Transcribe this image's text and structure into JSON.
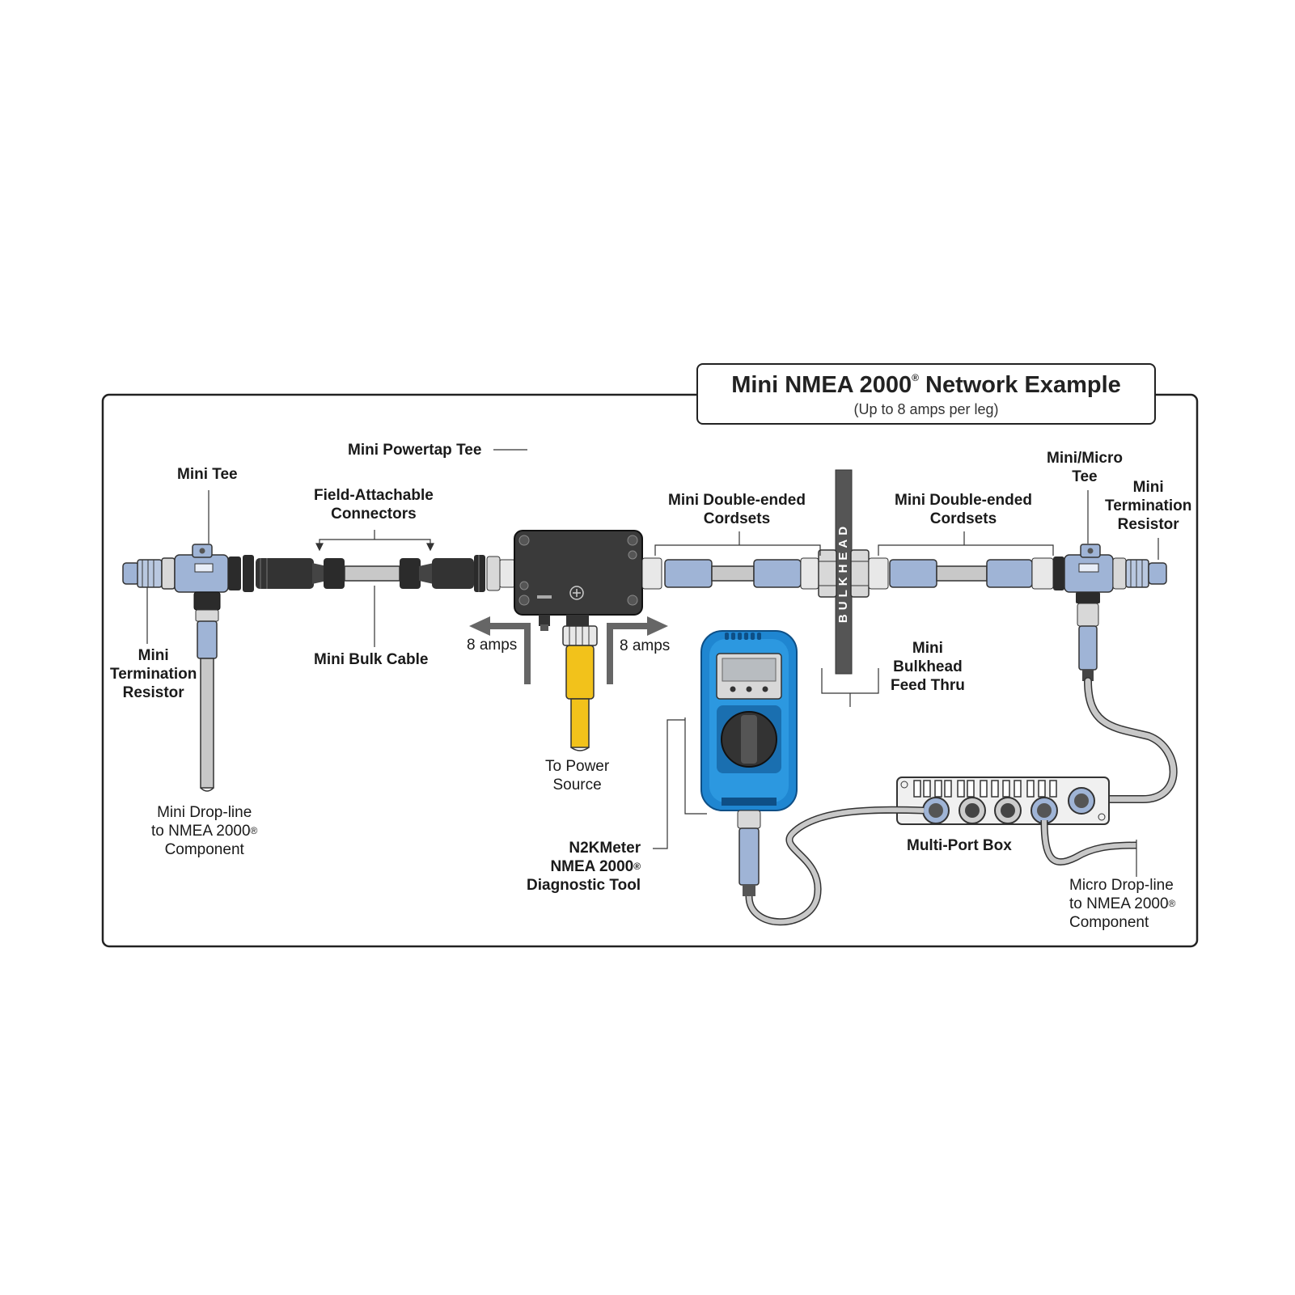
{
  "diagram": {
    "title": "Mini NMEA 2000",
    "title_suffix": " Network Example",
    "registered_mark": "®",
    "subtitle": "(Up to 8 amps per leg)",
    "labels": {
      "mini_powertap_tee": "Mini Powertap Tee",
      "mini_tee": "Mini Tee",
      "field_attachable": "Field-Attachable\nConnectors",
      "mini_double_ended_left": "Mini Double-ended\nCordsets",
      "mini_double_ended_right": "Mini Double-ended\nCordsets",
      "mini_micro_tee": "Mini/Micro\nTee",
      "mini_termination_right": "Mini\nTermination\nResistor",
      "mini_termination_left": "Mini\nTermination\nResistor",
      "mini_bulk_cable": "Mini Bulk Cable",
      "amps_left": "8 amps",
      "amps_right": "8 amps",
      "to_power_source": "To Power\nSource",
      "mini_bulkhead": "Mini\nBulkhead\nFeed Thru",
      "bulkhead_vertical": "BULKHEAD",
      "mini_drop_line": "Mini Drop-line\nto NMEA 2000",
      "mini_drop_line_end": "Component",
      "n2kmeter_1": "N2KMeter",
      "n2kmeter_2": "NMEA 2000",
      "n2kmeter_3": "Diagnostic Tool",
      "multi_port_box": "Multi-Port Box",
      "micro_drop_line": "Micro Drop-line\nto NMEA 2000",
      "micro_drop_line_end": "Component"
    },
    "colors": {
      "frame": "#222222",
      "connector_blue": "#9fb4d6",
      "connector_black": "#2b2b2b",
      "cable_gray": "#c8c8c8",
      "power_yellow": "#f2c21b",
      "meter_blue": "#1f86d1",
      "bulkhead_gray": "#555555"
    }
  }
}
